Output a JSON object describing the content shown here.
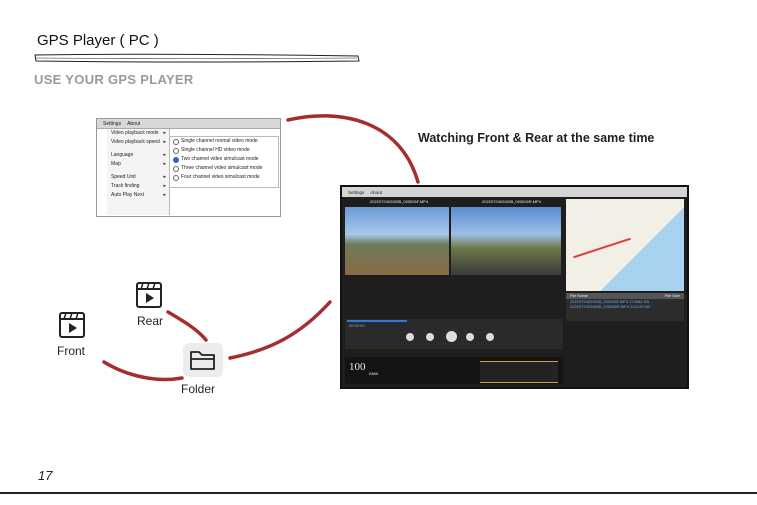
{
  "page": {
    "title": "GPS Player ( PC )",
    "subtitle": "USE YOUR GPS PLAYER",
    "caption": "Watching Front & Rear at the same time",
    "page_number": "17"
  },
  "labels": {
    "rear": "Rear",
    "front": "Front",
    "folder": "Folder"
  },
  "settings_menu": {
    "menubar": [
      "Settings",
      "About"
    ],
    "items": [
      {
        "label": "Video playback mode",
        "has_sub": true
      },
      {
        "label": "Video playback speed",
        "has_sub": true
      },
      {
        "label": "Language",
        "has_sub": true
      },
      {
        "label": "Map",
        "has_sub": true
      },
      {
        "label": "Speed Unit",
        "has_sub": true
      },
      {
        "label": "Track finding",
        "has_sub": true
      },
      {
        "label": "Auto Play Next",
        "has_sub": true
      }
    ],
    "submenu": [
      {
        "label": "Single channel normal video mode",
        "selected": false
      },
      {
        "label": "Single channel HD video mode",
        "selected": false
      },
      {
        "label": "Two channel video simulcast mode",
        "selected": true
      },
      {
        "label": "Three channel video simulcast mode",
        "selected": false
      },
      {
        "label": "Four channel video simulcast mode",
        "selected": false
      }
    ]
  },
  "player": {
    "menubar": [
      "Settings",
      "About"
    ],
    "video1_name": "20220724020635_000026F.MP4",
    "video2_name": "20220724020635_000026R.MP4",
    "time": "00:00:00",
    "speed": "100",
    "speed_unit": "KM/h",
    "file_list": {
      "header_name": "File Name",
      "header_size": "File Size",
      "rows": [
        {
          "name": "20220724020635_000026F.MP4",
          "size": "174582 KB"
        },
        {
          "name": "20220724020635_000026R.MP4",
          "size": "214122 KB"
        }
      ]
    }
  },
  "colors": {
    "arrow": "#a62d2d",
    "subtitle": "#9a9a9a",
    "player_bg": "#1e1e1e"
  }
}
